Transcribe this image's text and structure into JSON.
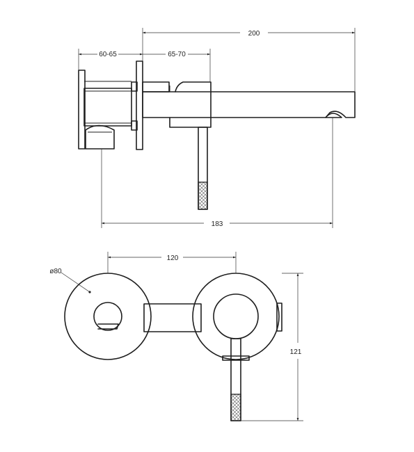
{
  "dimensions": {
    "overall_length": "200",
    "wall_depth_body": "60-65",
    "wall_depth_cover": "65-70",
    "spout_reach": "183",
    "center_distance": "120",
    "rosette_diameter": "ø80",
    "total_height": "121"
  }
}
